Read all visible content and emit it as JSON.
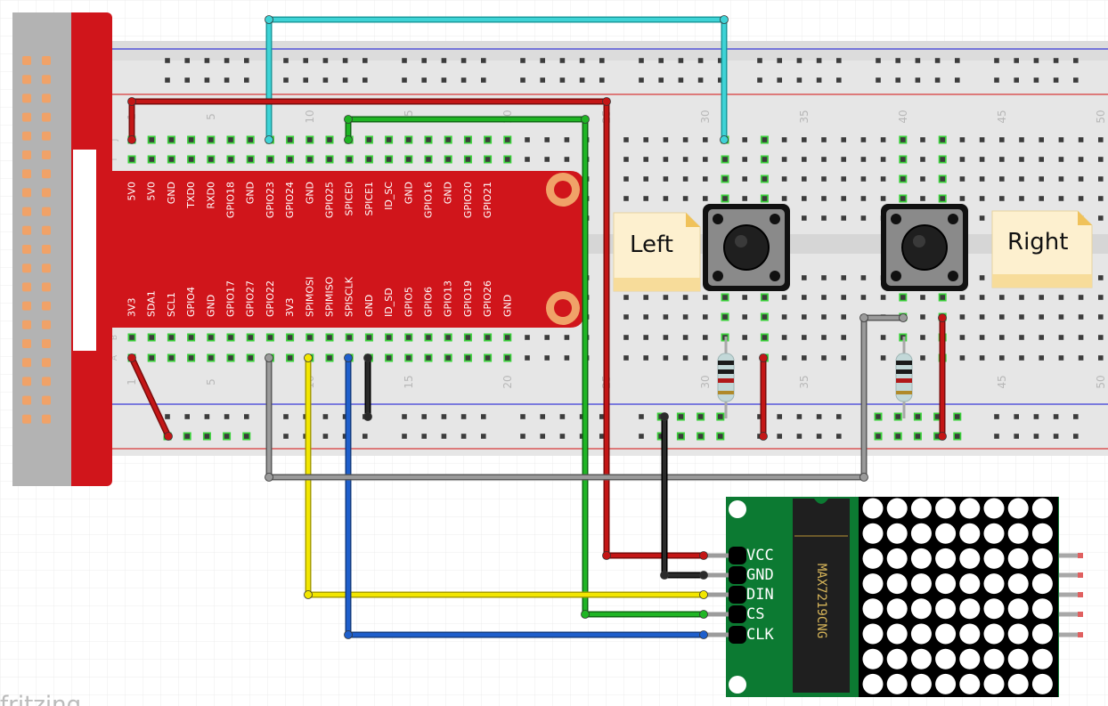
{
  "board": {
    "title": "GPIO Extension Board",
    "top_pins": [
      "5V0",
      "5V0",
      "GND",
      "TXD0",
      "RXD0",
      "GPIO18",
      "GND",
      "GPIO23",
      "GPIO24",
      "GND",
      "GPIO25",
      "SPICE0",
      "SPICE1",
      "ID_SC",
      "GND",
      "GPIO16",
      "GND",
      "GPIO20",
      "GPIO21"
    ],
    "bottom_pins": [
      "3V3",
      "SDA1",
      "SCL1",
      "GPIO4",
      "GND",
      "GPIO17",
      "GPIO27",
      "GPIO22",
      "3V3",
      "SPIMOSI",
      "SPIMISO",
      "SPISCLK",
      "GND",
      "ID_SD",
      "GPIO5",
      "GPIO6",
      "GPIO13",
      "GPIO19",
      "GPIO26",
      "GND"
    ]
  },
  "breadboard": {
    "column_numbers": [
      "1",
      "5",
      "10",
      "15",
      "20",
      "25",
      "30",
      "35",
      "40",
      "45",
      "50"
    ],
    "row_letters_top": [
      "J",
      "I"
    ],
    "row_letters_bottom": [
      "B",
      "A"
    ]
  },
  "labels": {
    "left_button": "Left",
    "right_button": "Right"
  },
  "matrix_module": {
    "pins": [
      "VCC",
      "GND",
      "DIN",
      "CS",
      "CLK"
    ],
    "chip": "MAX7219CNG"
  },
  "footer": {
    "brand": "fritzing"
  },
  "colors": {
    "extension_board": "#d0151b",
    "header_pins": "#f0a268",
    "breadboard": "#e6e6e6",
    "hole_green": "#3bd13b",
    "wire_red": "#c41616",
    "wire_cyan": "#3ed3d6",
    "wire_green": "#1fb524",
    "wire_yellow": "#f2e600",
    "wire_blue": "#1e5fcc",
    "wire_gray": "#8c8c8c",
    "wire_black": "#1a1a1a",
    "module_pcb": "#0c7a32",
    "label_note": "#fdf0cf"
  },
  "icons": {
    "push_button": "tactile-switch-icon",
    "resistor": "resistor-icon",
    "led_matrix": "led-matrix-icon"
  }
}
